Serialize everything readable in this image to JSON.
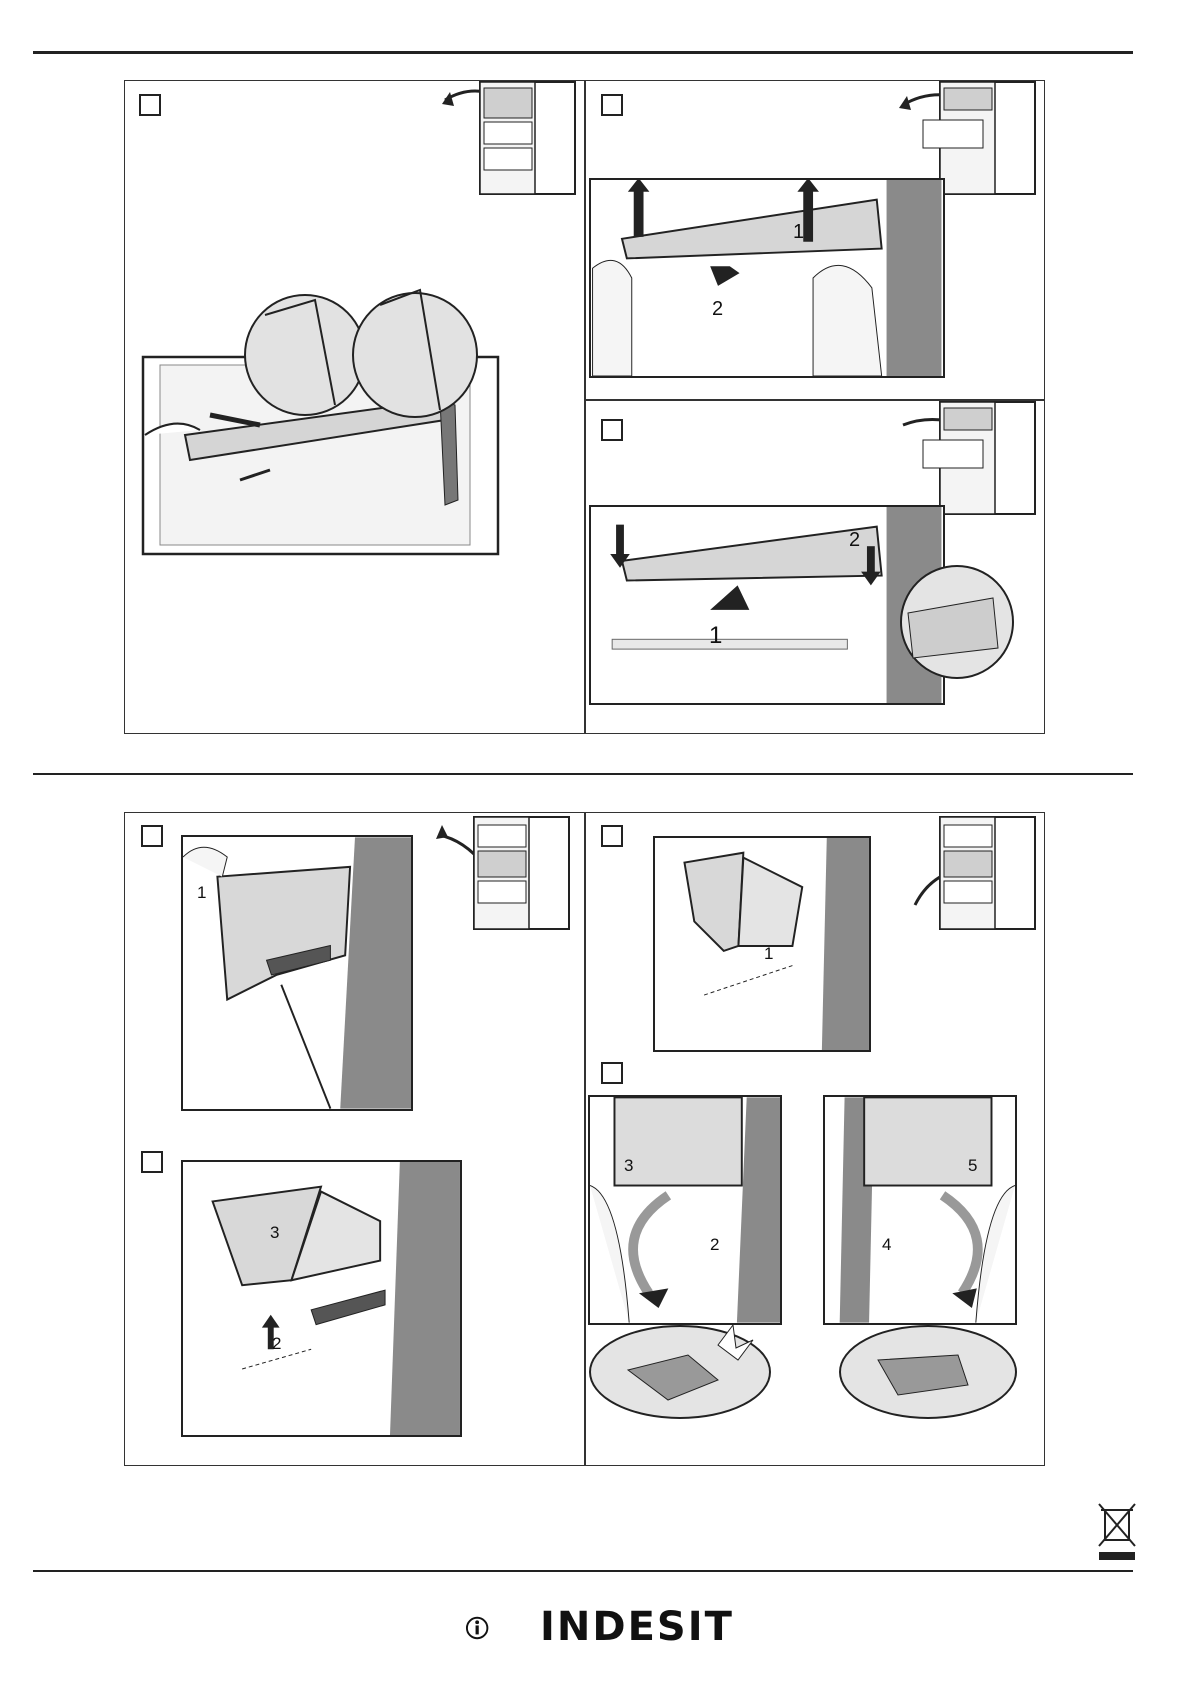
{
  "brand": {
    "name": "INDESIT"
  },
  "colors": {
    "line": "#222222",
    "glass": "#d8d8d8",
    "dark": "#7a7a7a"
  },
  "section_top": {
    "panels": [
      {
        "id": "A",
        "labels": []
      },
      {
        "id": "B",
        "labels": [
          "1",
          "2"
        ]
      },
      {
        "id": "C",
        "labels": [
          "2",
          "1"
        ]
      }
    ]
  },
  "section_bottom": {
    "panels": [
      {
        "id": "D",
        "labels": [
          "1"
        ]
      },
      {
        "id": "E",
        "labels": [
          "3",
          "2"
        ]
      },
      {
        "id": "F",
        "labels": [
          "1"
        ]
      },
      {
        "id": "G",
        "labels": [
          "3",
          "2",
          "5",
          "4"
        ]
      }
    ]
  },
  "icons": [
    "step-checkbox-icon",
    "fridge-diagram-icon",
    "weee-bin-icon",
    "indesit-logo-icon"
  ]
}
